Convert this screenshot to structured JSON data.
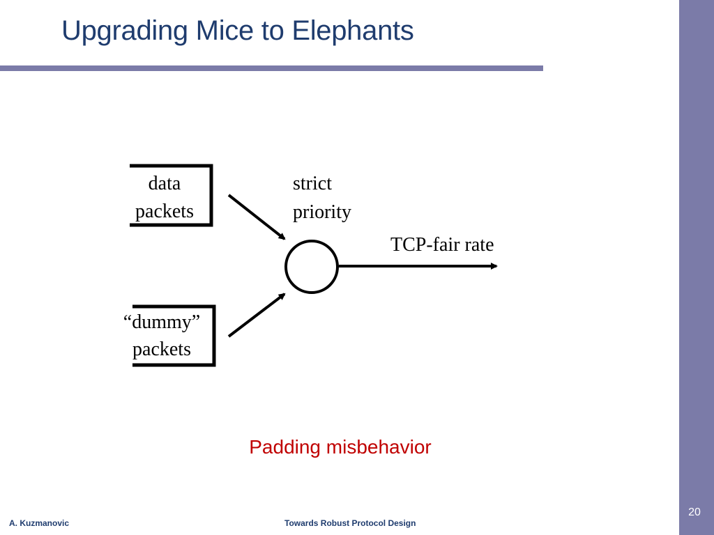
{
  "slide": {
    "title": "Upgrading Mice to Elephants",
    "number": "20",
    "caption": "Padding misbehavior"
  },
  "diagram": {
    "data_packets": [
      "data",
      "packets"
    ],
    "dummy_packets": [
      "“dummy”",
      "packets"
    ],
    "strict_priority": [
      "strict",
      "priority"
    ],
    "output_label": "TCP-fair rate"
  },
  "footer": {
    "author": "A. Kuzmanovic",
    "center": "Towards Robust Protocol Design"
  },
  "colors": {
    "title": "#1f3c6e",
    "accent_bar": "#7b7ba8",
    "caption": "#c00000"
  }
}
